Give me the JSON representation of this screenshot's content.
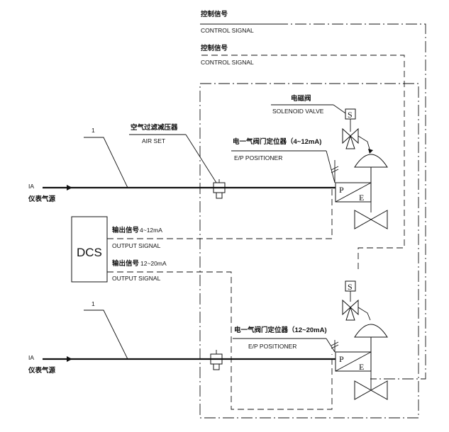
{
  "signals": {
    "control_signal_1_cn": "控制信号",
    "control_signal_1_en": "CONTROL SIGNAL",
    "control_signal_2_cn": "控制信号",
    "control_signal_2_en": "CONTROL SIGNAL",
    "output_signal_1_cn": "输出信号",
    "output_signal_1_range": "4~12mA",
    "output_signal_1_en": "OUTPUT SIGNAL",
    "output_signal_2_cn": "输出信号",
    "output_signal_2_range": "12~20mA",
    "output_signal_2_en": "OUTPUT SIGNAL"
  },
  "components": {
    "solenoid_valve_cn": "电磁阀",
    "solenoid_valve_en": "SOLENOID VALVE",
    "air_set_cn": "空气过滤减压器",
    "air_set_en": "AIR SET",
    "positioner_1_cn": "电一气阀门定位器（4~12mA)",
    "positioner_1_en": "E/P POSITIONER",
    "positioner_2_cn": "电一气阀门定位器（12~20mA)",
    "positioner_2_en": "E/P POSITIONER",
    "dcs": "DCS",
    "solenoid_symbol": "S",
    "positioner_p": "P",
    "positioner_e": "E"
  },
  "supply": {
    "ia_label_1": "IA",
    "ia_cn_1": "仪表气源",
    "ia_label_2": "IA",
    "ia_cn_2": "仪表气源",
    "line_number_1": "1",
    "line_number_2": "1"
  }
}
